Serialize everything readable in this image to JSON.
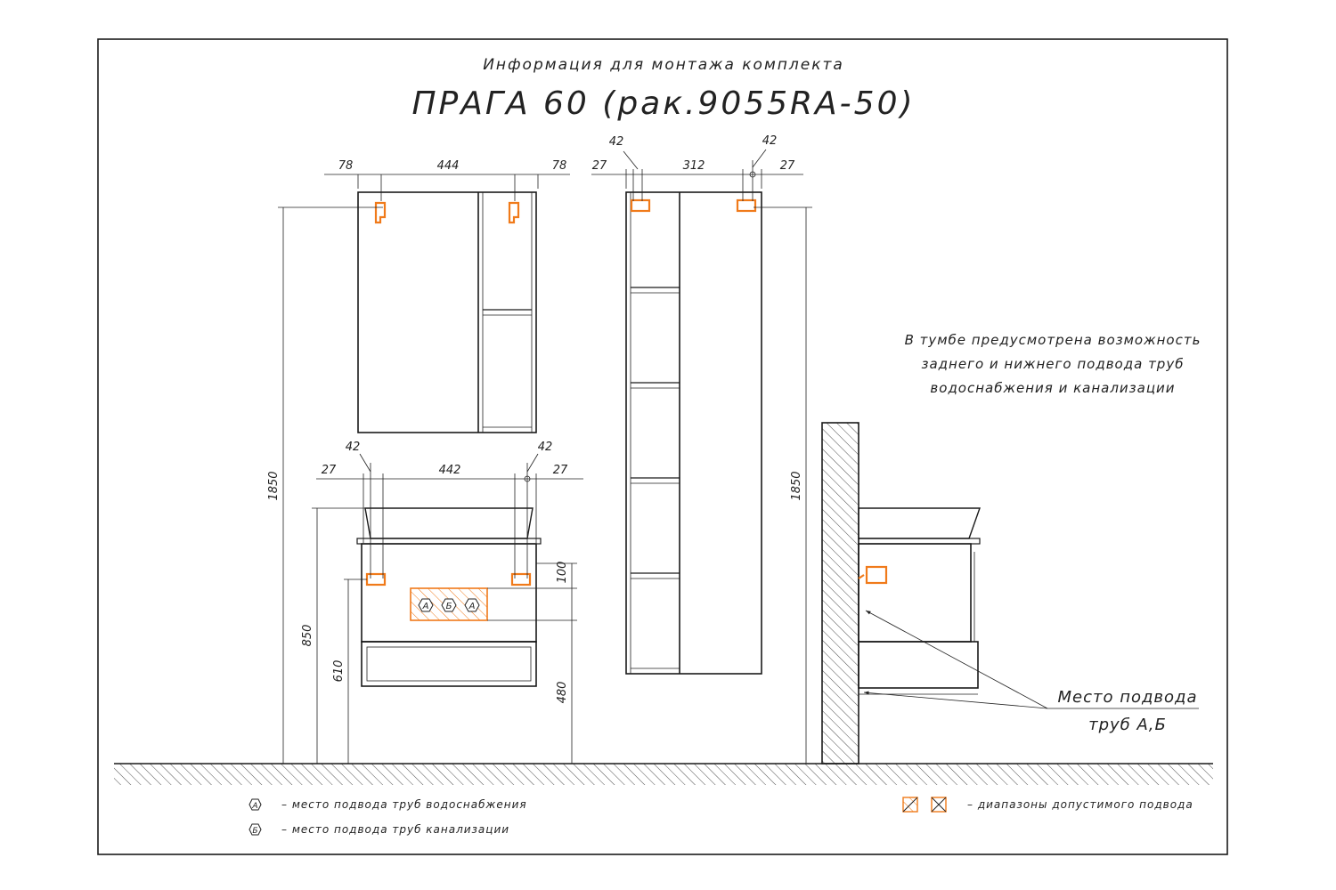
{
  "title": {
    "subtitle": "Информация для монтажа комплекта",
    "main": "ПРАГА 60 (рак.9055RA-50)"
  },
  "mirror_cabinet": {
    "dim_left": "78",
    "dim_width": "444",
    "dim_right": "78"
  },
  "pencil_case": {
    "dim_top_left": "42",
    "dim_top_right": "42",
    "dim_left": "27",
    "dim_width": "312",
    "dim_right": "27",
    "height": "1850"
  },
  "vanity": {
    "dim_top_left": "42",
    "dim_top_right": "42",
    "dim_left": "27",
    "dim_width": "442",
    "dim_right": "27",
    "height_total": "1850",
    "height_850": "850",
    "height_610": "610",
    "height_100": "100",
    "height_480": "480",
    "marker_a1": "А",
    "marker_b": "Б",
    "marker_a2": "А"
  },
  "side_view": {
    "note_line1": "В тумбе предусмотрена возможность",
    "note_line2": "заднего и нижнего подвода труб",
    "note_line3": "водоснабжения и канализации",
    "callout_line1": "Место подвода",
    "callout_line2": "труб А,Б"
  },
  "legend": {
    "a_symbol": "А",
    "a_text": "– место подвода труб водоснабжения",
    "b_symbol": "Б",
    "b_text": "– место подвода труб канализации",
    "range_text": "– диапазоны допустимого подвода"
  },
  "colors": {
    "line": "#1a1a1a",
    "accent": "#f07a1a",
    "background": "#ffffff"
  }
}
